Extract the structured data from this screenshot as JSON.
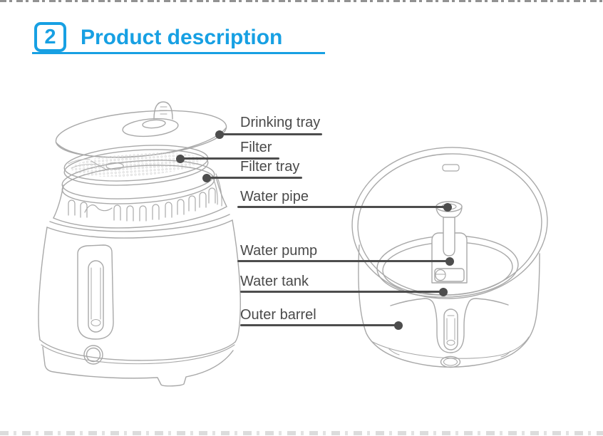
{
  "header": {
    "section_number": "2",
    "title": "Product description",
    "accent_color": "#17a0e3"
  },
  "diagram": {
    "stroke_color": "#a9a9a9",
    "callout_color": "#4d4d4d",
    "callouts": [
      {
        "id": "drinking-tray",
        "label": "Drinking tray"
      },
      {
        "id": "filter",
        "label": "Filter"
      },
      {
        "id": "filter-tray",
        "label": "Filter tray"
      },
      {
        "id": "water-pipe",
        "label": "Water pipe"
      },
      {
        "id": "water-pump",
        "label": "Water pump"
      },
      {
        "id": "water-tank",
        "label": "Water tank"
      },
      {
        "id": "outer-barrel",
        "label": "Outer barrel"
      }
    ]
  }
}
